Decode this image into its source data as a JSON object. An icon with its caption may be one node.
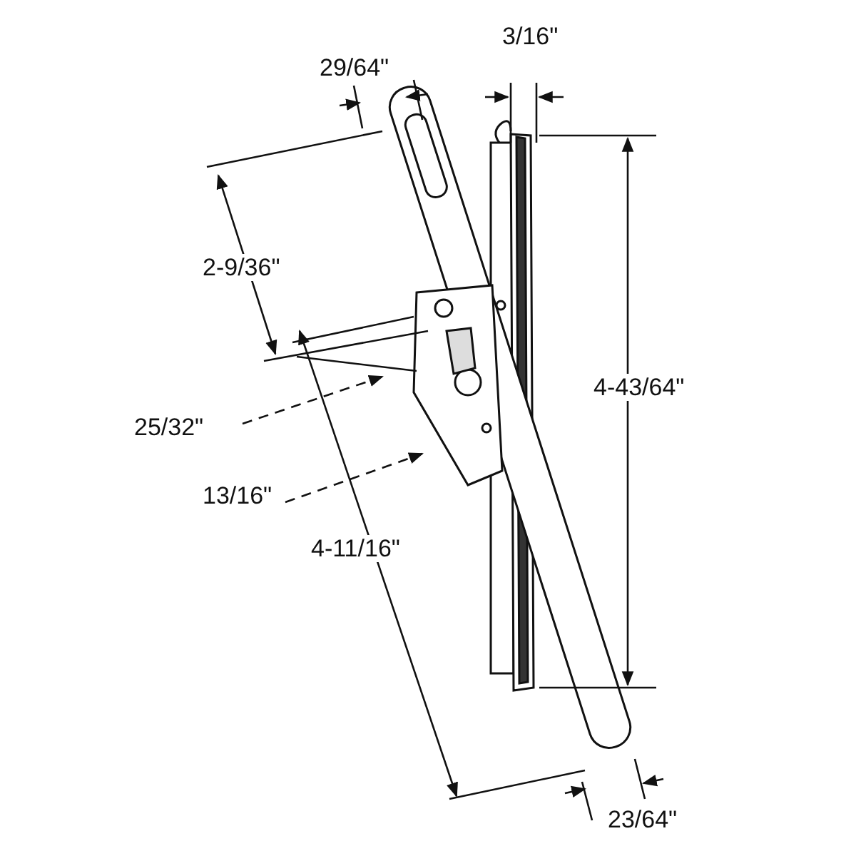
{
  "diagram": {
    "labels": [
      "29/64\"",
      "3/16\"",
      "2-9/36\"",
      "4-43/64\"",
      "25/32\"",
      "13/16\"",
      "4-11/16\"",
      "23/64\""
    ]
  }
}
